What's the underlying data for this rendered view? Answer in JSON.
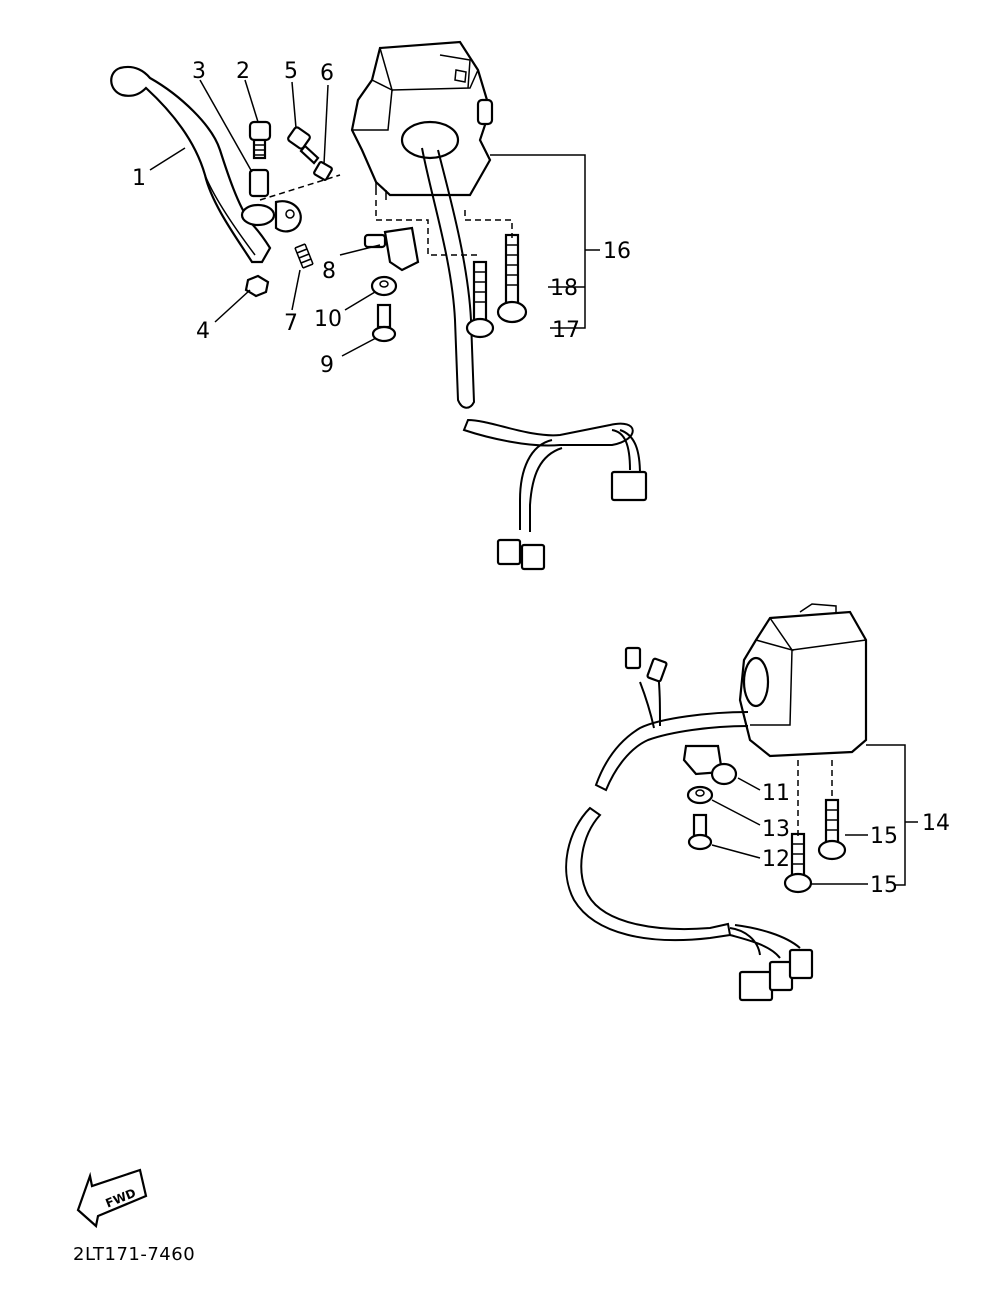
{
  "diagram": {
    "callouts": [
      {
        "id": "1",
        "label": "1"
      },
      {
        "id": "2",
        "label": "2"
      },
      {
        "id": "3",
        "label": "3"
      },
      {
        "id": "4",
        "label": "4"
      },
      {
        "id": "5",
        "label": "5"
      },
      {
        "id": "6",
        "label": "6"
      },
      {
        "id": "7",
        "label": "7"
      },
      {
        "id": "8",
        "label": "8"
      },
      {
        "id": "9",
        "label": "9"
      },
      {
        "id": "10",
        "label": "10"
      },
      {
        "id": "11",
        "label": "11"
      },
      {
        "id": "12",
        "label": "12"
      },
      {
        "id": "13",
        "label": "13"
      },
      {
        "id": "14",
        "label": "14"
      },
      {
        "id": "15a",
        "label": "15"
      },
      {
        "id": "15b",
        "label": "15"
      },
      {
        "id": "16",
        "label": "16"
      },
      {
        "id": "17",
        "label": "17"
      },
      {
        "id": "18",
        "label": "18"
      }
    ],
    "fwd_label": "FWD",
    "doc_code": "2LT171-7460"
  }
}
